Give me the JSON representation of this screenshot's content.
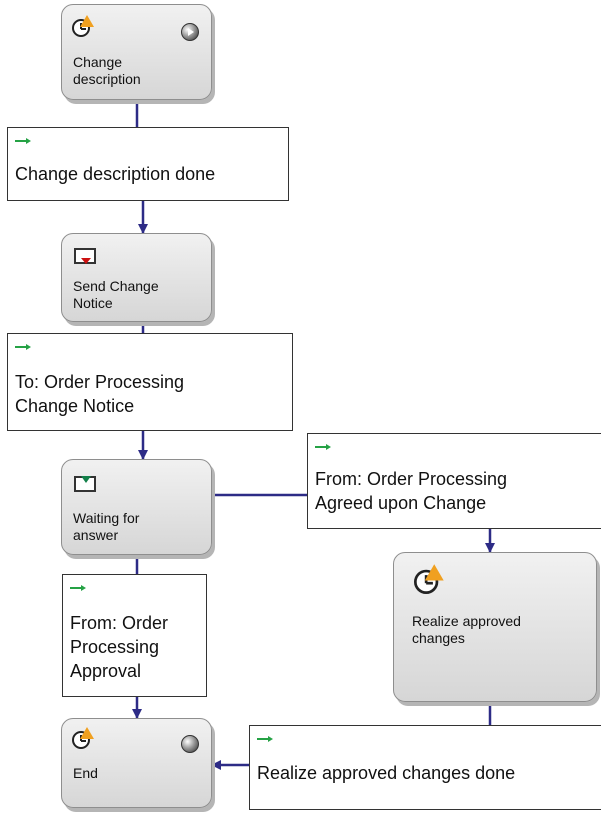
{
  "colors": {
    "connector": "#2d2b86",
    "transition_arrow": "#25a245",
    "node_fill_top": "#f1f1f1",
    "node_fill_bottom": "#d6d6d6"
  },
  "nodes": {
    "change_description": {
      "label": "Change\ndescription",
      "icon": "task-clock-icon",
      "status_icon": "play-status-icon"
    },
    "send_change_notice": {
      "label": "Send Change\nNotice",
      "icon": "send-message-icon"
    },
    "waiting_for_answer": {
      "label": "Waiting for\nanswer",
      "icon": "receive-message-icon"
    },
    "realize_approved_changes": {
      "label": "Realize approved\nchanges",
      "icon": "task-clock-icon"
    },
    "end": {
      "label": "End",
      "icon": "task-clock-icon",
      "status_icon": "end-status-icon"
    }
  },
  "transitions": {
    "change_description_done": {
      "label": "Change description done",
      "icon": "arrow-right-icon"
    },
    "to_order_processing": {
      "label": "To: Order Processing\nChange Notice",
      "icon": "arrow-right-icon"
    },
    "from_order_processing_agreed": {
      "label": "From: Order Processing\nAgreed upon Change",
      "icon": "arrow-right-icon"
    },
    "from_order_processing_approval": {
      "label": "From: Order\nProcessing\nApproval",
      "icon": "arrow-right-icon"
    },
    "realize_approved_changes_done": {
      "label": "Realize approved changes done",
      "icon": "arrow-right-icon"
    }
  }
}
